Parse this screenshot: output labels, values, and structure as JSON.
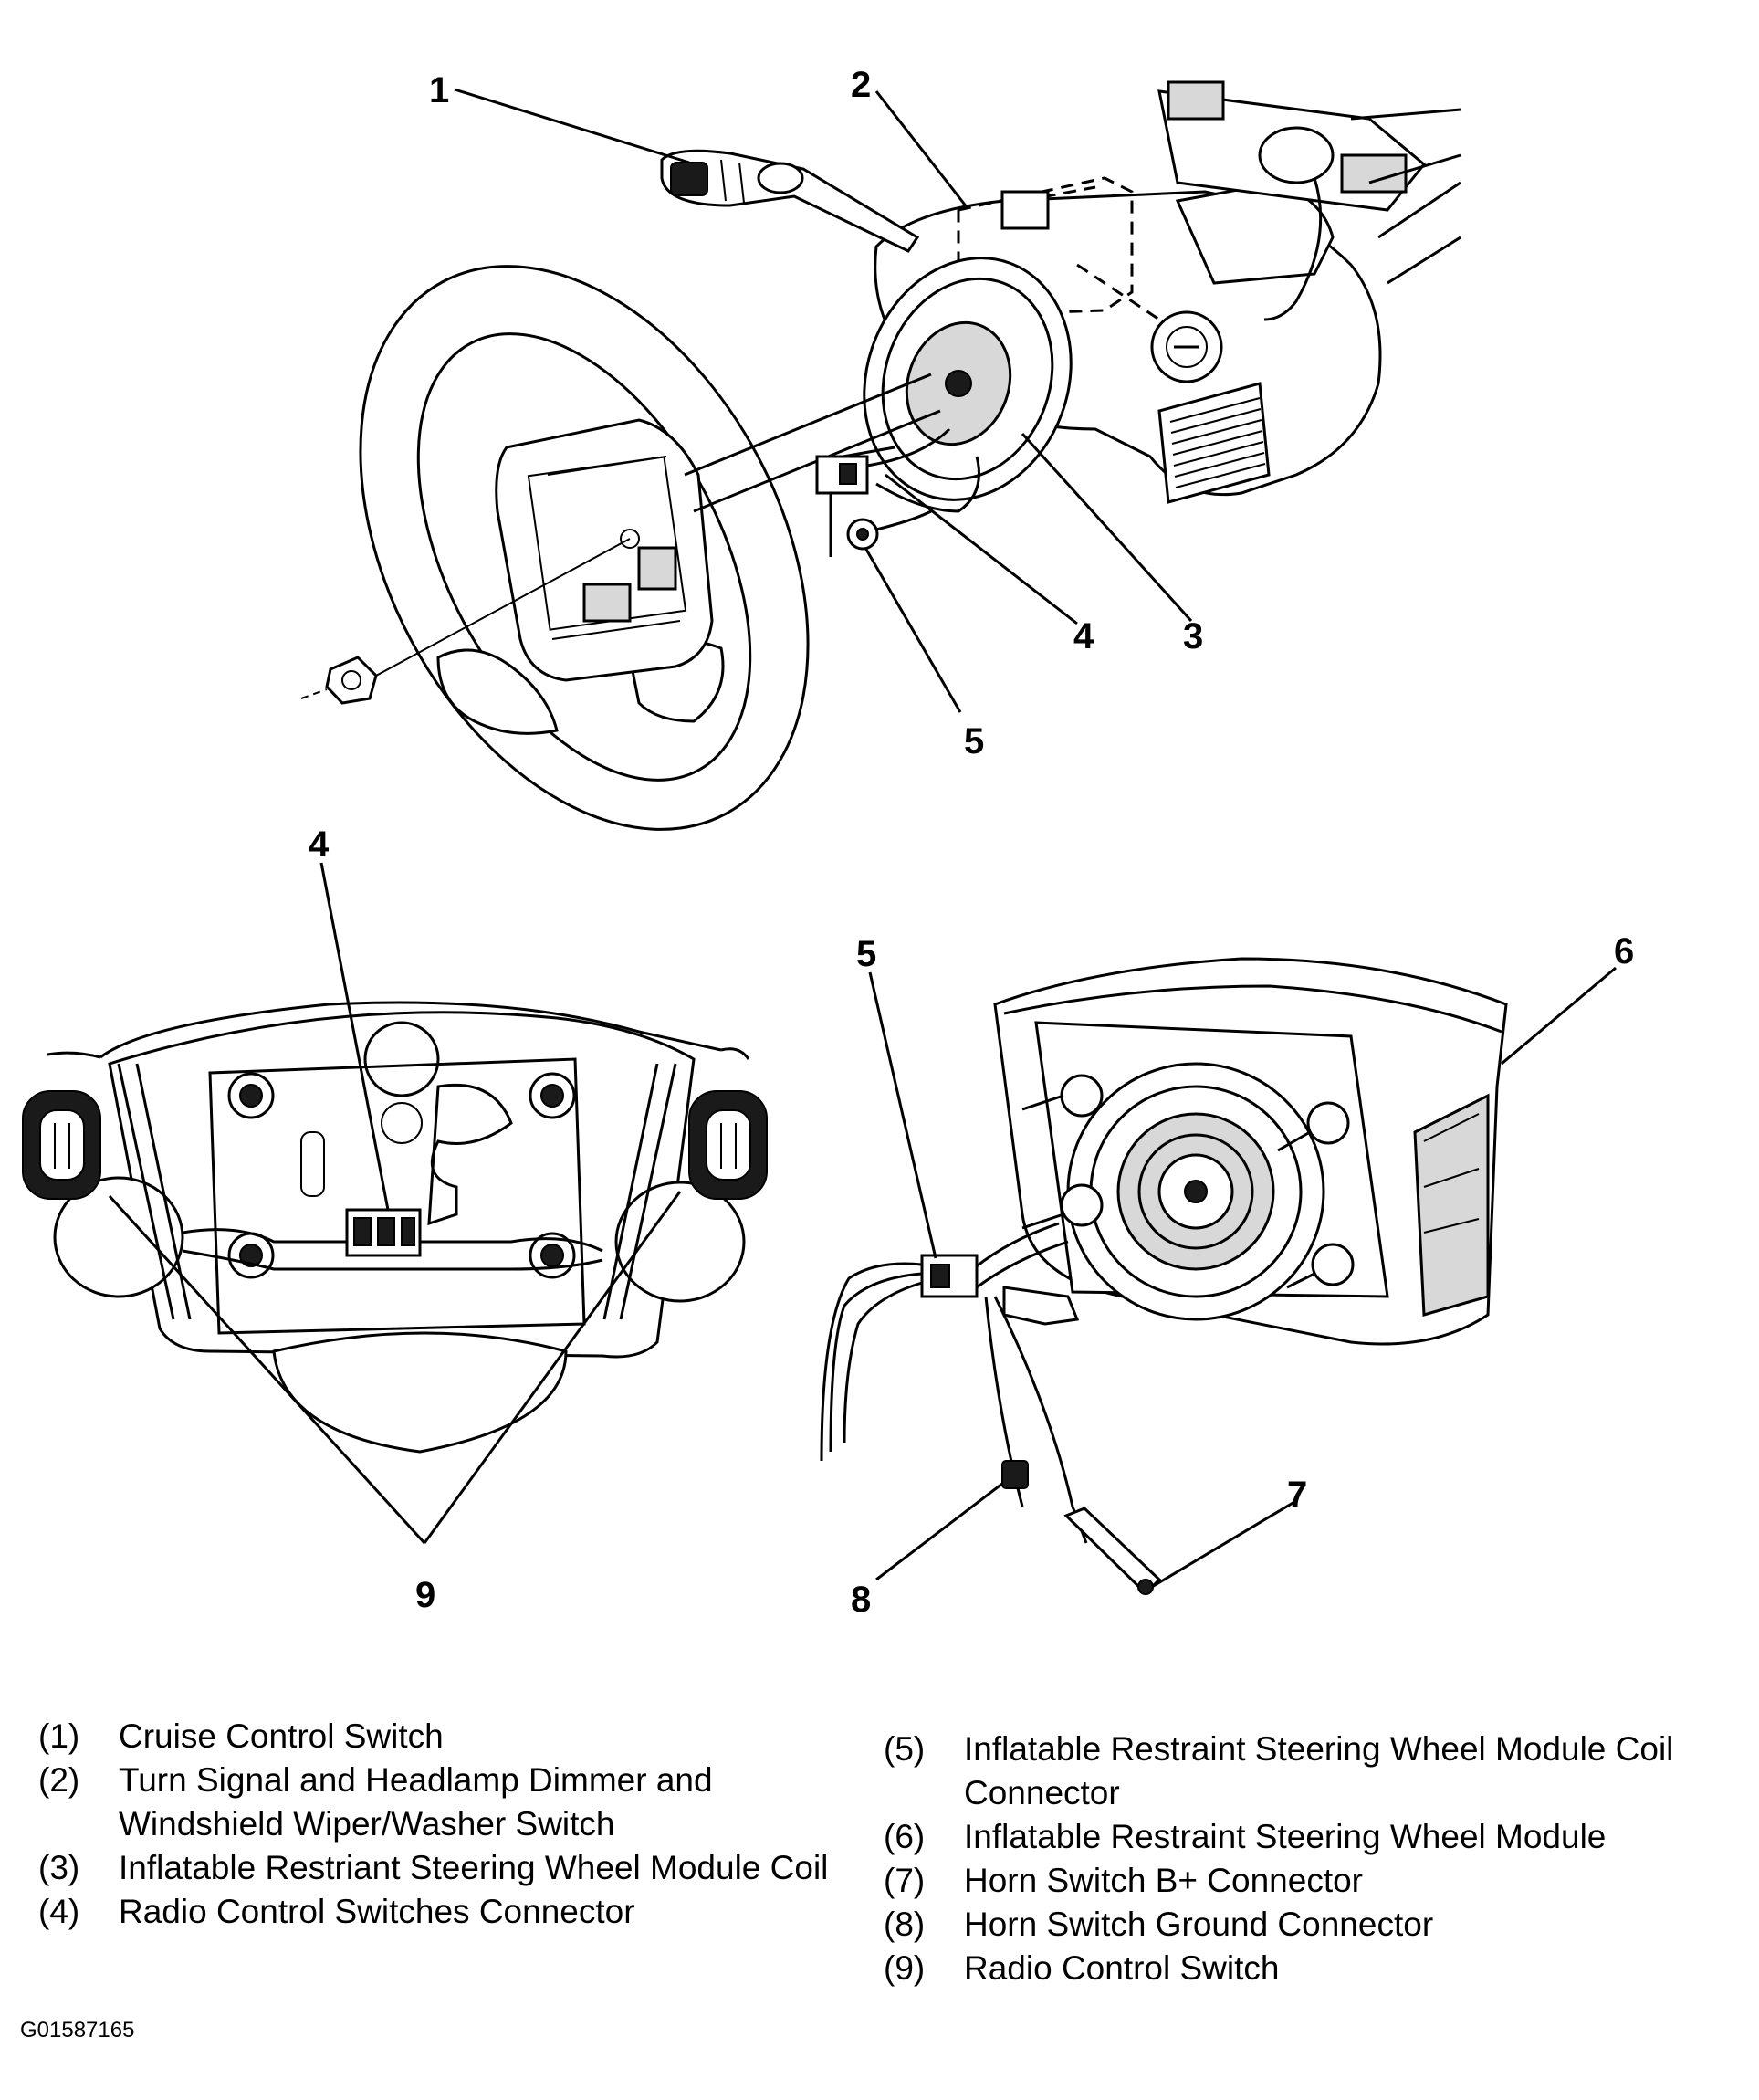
{
  "callouts": {
    "c1": "1",
    "c2": "2",
    "c3": "3",
    "c4_top": "4",
    "c5_top": "5",
    "c4_left": "4",
    "c9": "9",
    "c5_right": "5",
    "c6": "6",
    "c7": "7",
    "c8": "8"
  },
  "legend": {
    "left": [
      {
        "num": "(1)",
        "text": "Cruise Control Switch"
      },
      {
        "num": "(2)",
        "text": "Turn Signal and Headlamp Dimmer and Windshield Wiper/Washer Switch"
      },
      {
        "num": "(3)",
        "text": "Inflatable Restriant Steering Wheel Module Coil"
      },
      {
        "num": "(4)",
        "text": "Radio Control Switches Connector"
      }
    ],
    "right": [
      {
        "num": "(5)",
        "text": "Inflatable Restraint Steering Wheel Module Coil Connector"
      },
      {
        "num": "(6)",
        "text": "Inflatable Restraint Steering Wheel Module"
      },
      {
        "num": "(7)",
        "text": "Horn Switch B+ Connector"
      },
      {
        "num": "(8)",
        "text": "Horn Switch Ground Connector"
      },
      {
        "num": "(9)",
        "text": "Radio Control Switch"
      }
    ]
  },
  "figure_id": "G01587165"
}
